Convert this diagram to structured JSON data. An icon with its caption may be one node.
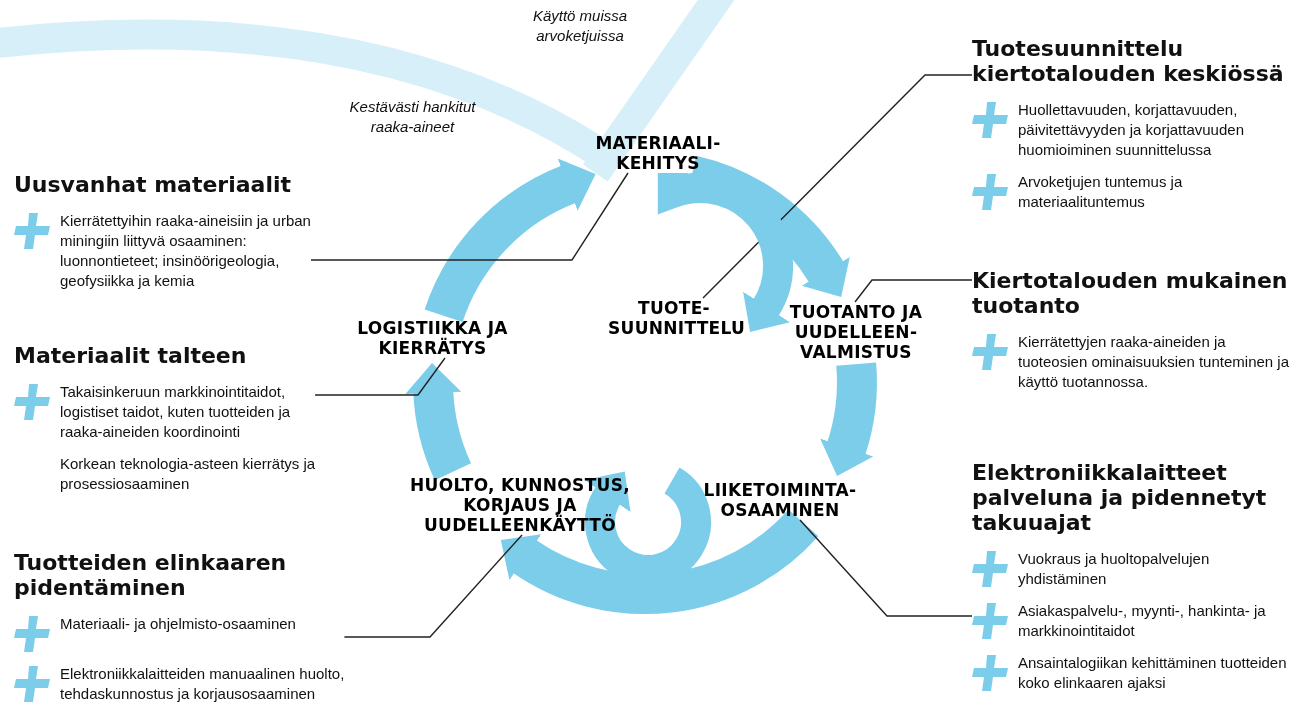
{
  "diagram": {
    "nodes": [
      {
        "text": [
          "MATERIAALI- KEHITYS"
        ]
      },
      {
        "text": [
          "TUOTE- SUUNNITTELU"
        ]
      },
      {
        "text": [
          "TUOTANTO JA UUDELLEEN- VALMISTUS"
        ]
      },
      {
        "text": [
          "LIIKETOIMINTA- OSAAMINEN"
        ]
      },
      {
        "text": [
          "HUOLTO, KUNNOSTUS, KORJAUS JA UUDELLEENKÄYTTÖ"
        ]
      },
      {
        "text": [
          "LOGISTIIKKA JA KIERRÄTYS"
        ]
      },
      {
        "text": [
          "Uusvanhat materiaalit",
          "Kierrätettyihin raaka-aineisiin ja urban miningiin liittyvä osaaminen: luonnontieteet; insinöörigeologia, geofysiikka ja kemia"
        ]
      },
      {
        "text": [
          "Materiaalit talteen",
          "Takaisinkeruun markkinointitaidot, logistiset taidot, kuten tuotteiden ja raaka-aineiden koordinointi"
        ],
        "beside": [
          "Korkean teknologia-asteen kierrätys ja prosessiosaaminen"
        ]
      },
      {
        "text": [
          "Tuotteiden elinkaaren pidentäminen",
          "Materiaali- ja ohjelmisto-osaaminen",
          "Elektroniikkalaitteiden manuaalinen huolto, tehdaskunnostus ja korjausosaaminen"
        ]
      },
      {
        "text": [
          "Tuotesuunnittelu kiertotalouden keskiössä",
          "Huollettavuuden, korjattavuuden, päivitettävyyden ja korjattavuuden huomioiminen suunnittelussa",
          "Arvoketjujen tuntemus ja materiaalituntemus"
        ]
      },
      {
        "text": [
          "Kiertotalouden mukainen tuotanto",
          "Kierrätettyjen raaka-aineiden ja tuoteosien ominaisuuksien tunteminen ja käyttö tuotannossa."
        ]
      },
      {
        "text": [
          "Elektroniikkalaitteet palveluna ja pidennetyt takuuajat",
          "Vuokraus ja huoltopalvelujen yhdistäminen",
          "Asiakaspalvelu-, myynti-, hankinta- ja markkinointitaidot",
          "Ansaintalogiikan kehittäminen tuotteiden koko elinkaaren ajaksi"
        ]
      }
    ],
    "edges": [
      {
        "from": 0,
        "to": 2,
        "arrow": "to"
      },
      {
        "from": 2,
        "to": 3,
        "arrow": "to"
      },
      {
        "from": 3,
        "to": 4,
        "arrow": "to"
      },
      {
        "from": 4,
        "to": 5,
        "arrow": "to"
      },
      {
        "from": 5,
        "to": 0,
        "arrow": "to"
      },
      {
        "from": null,
        "to": 0,
        "arrow": "none",
        "label": "Kestävästi hankitut raaka-aineet",
        "color": "#d6eff9"
      },
      {
        "from": 0,
        "to": null,
        "arrow": "none",
        "label": "Käyttö muissa arvoketjuissa",
        "color": "#d6eff9"
      },
      {
        "from": 0,
        "to": 6,
        "arrow": "none",
        "color": "#222222"
      },
      {
        "from": 1,
        "to": 9,
        "arrow": "none",
        "color": "#222222"
      },
      {
        "from": 2,
        "to": 10,
        "arrow": "none",
        "color": "#222222"
      },
      {
        "from": 5,
        "to": 7,
        "arrow": "none",
        "color": "#222222"
      },
      {
        "from": 4,
        "to": 8,
        "arrow": "none",
        "color": "#222222"
      },
      {
        "from": 3,
        "to": 11,
        "arrow": "none",
        "color": "#222222"
      },
      {
        "from": 0,
        "to": 1,
        "arrow": "to"
      }
    ]
  }
}
